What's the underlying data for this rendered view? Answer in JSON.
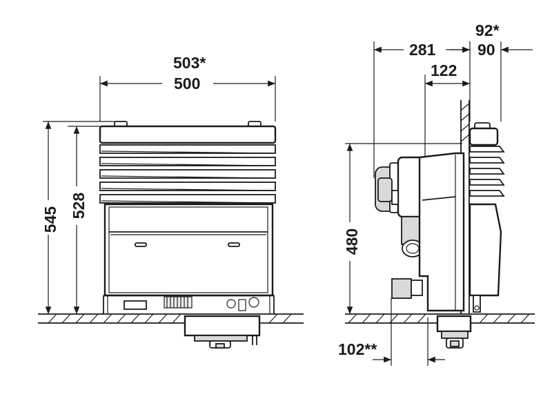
{
  "front_view": {
    "width_outer": "503*",
    "width": "500",
    "height_total": "545",
    "height_body": "528"
  },
  "side_view": {
    "depth_total": "281",
    "offset_top_star": "92*",
    "offset_top": "90",
    "duct_width": "122",
    "height_outlet": "480",
    "wall_gap": "102**"
  },
  "colors": {
    "line": "#1a1a1a",
    "fill": "#d9d9d9"
  }
}
